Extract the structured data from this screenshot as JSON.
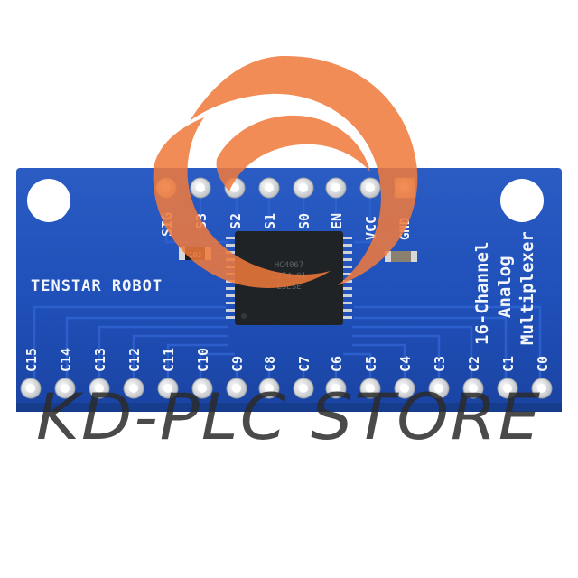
{
  "board": {
    "brand": "TENSTAR ROBOT",
    "title_lines": [
      "16-Channel",
      "Analog",
      "Multiplexer"
    ],
    "top_pins": [
      "SIG",
      "S3",
      "S2",
      "S1",
      "S0",
      "EN",
      "VCC",
      "GND"
    ],
    "bottom_pins": [
      "C15",
      "C14",
      "C13",
      "C12",
      "C11",
      "C10",
      "C9",
      "C8",
      "C7",
      "C6",
      "C5",
      "C4",
      "C3",
      "C2",
      "C1",
      "C0"
    ],
    "resistor_code": "103",
    "chip_markings": [
      "HC4067",
      "2274 01",
      "E3ESE"
    ]
  },
  "watermark": {
    "store_text": "KD-PLC STORE",
    "logo_color": "#f07a3c"
  },
  "colors": {
    "pcb": "#1f4fb8",
    "silkscreen": "#f2f5fb",
    "chip": "#202326"
  }
}
